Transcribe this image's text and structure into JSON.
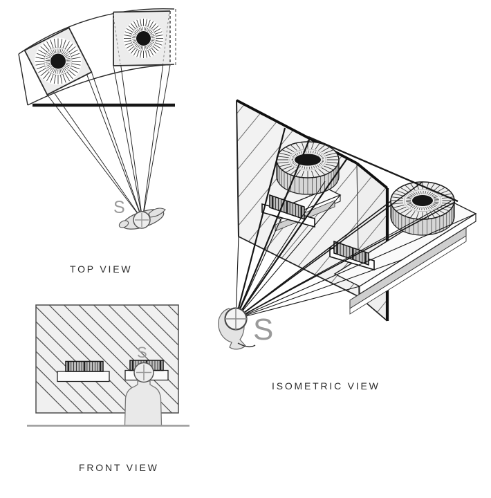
{
  "views": {
    "top": {
      "label": "TOP VIEW",
      "station_label": "S"
    },
    "front": {
      "label": "FRONT VIEW",
      "station_label": "S"
    },
    "isometric": {
      "label": "ISOMETRIC VIEW",
      "station_label": "S"
    }
  },
  "colors": {
    "ink": "#1a1a1a",
    "label_text": "#2b2b2b",
    "station_gray": "#9a9a9a",
    "fill_light": "#efefef",
    "fill_mid": "#cccccc",
    "hole_dark": "#151515",
    "background": "#ffffff"
  }
}
